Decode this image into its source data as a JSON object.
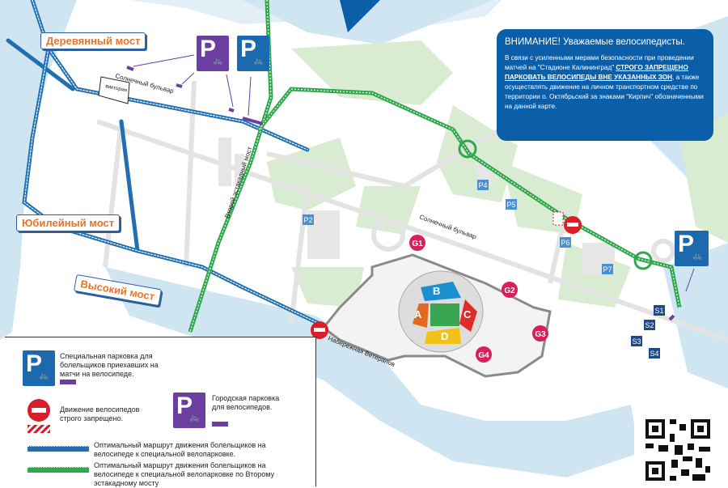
{
  "colors": {
    "blue_route": "#1f6fb2",
    "green_route": "#2ea84b",
    "purple": "#6a3fa0",
    "sign_blue": "#1c69b0",
    "water": "#cfe5f1",
    "park": "#d9ebd0",
    "notice_bg": "#0b5ea8",
    "gate": "#d81e5b"
  },
  "bridges": {
    "derevyanny": "Деревянный мост",
    "yubileyny": "Юбилейный мост",
    "vysokiy": "Высокий мост"
  },
  "streets": {
    "solnechny1": "Солнечный бульвар",
    "solnechny2": "Солнечный бульвар",
    "viktoria": "виктория",
    "estakadny": "Второй эстакадный мост",
    "naberezhnaya": "Набережная Ветеранов"
  },
  "parking": [
    "P2",
    "P4",
    "P5",
    "P6",
    "P7",
    "S1",
    "S2",
    "S3",
    "S4"
  ],
  "gates": [
    "G1",
    "G2",
    "G3",
    "G4"
  ],
  "sectors": [
    "A",
    "B",
    "C",
    "D"
  ],
  "sign_letter": "P",
  "notice": {
    "title": "ВНИМАНИЕ! Уважаемые велосипедисты.",
    "text1": "В связи с усиленными мерами безопасности при проведении  матчей на \"Стадионе Калининград\" ",
    "emphasis": "СТРОГО ЗАПРЕЩЕНО ПАРКОВАТЬ ВЕЛОСИПЕДЫ ВНЕ УКАЗАННЫХ ЗОН",
    "text2": ", а также осуществлять движение на личном транспортном средстве по территории о. Октябрьский за знаками \"Кирпич\" обозначенными на данной карте."
  },
  "legend": {
    "special_parking": "Специальная парковка для болельщиков приехавших на матчи на велосипеде.",
    "no_bikes": "Движение велосипедов строго запрещено.",
    "city_parking": "Городская парковка для велосипедов.",
    "blue_route": "Оптимальный маршрут движения болельщиков на велосипеде к специальной велопарковке.",
    "green_route": "Оптимальный маршрут движения болельщиков на велосипеде к специальной велопарковке по Второму эстакадному мосту"
  }
}
